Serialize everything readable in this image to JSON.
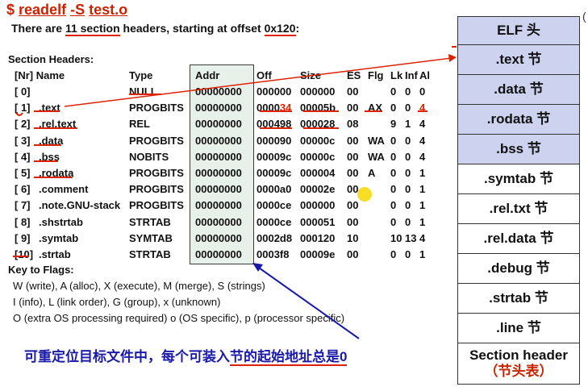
{
  "command": {
    "prompt": "$",
    "cmd": "readelf",
    "flag": "-S",
    "file": "test.o"
  },
  "summary": {
    "pre": "There are ",
    "count": "11 section",
    "mid": " headers, starting at offset ",
    "offset": "0x120",
    "post": ":"
  },
  "section_title": "Section Headers:",
  "columns": {
    "nr": "[Nr] Name",
    "type": "Type",
    "addr": "Addr",
    "off": "Off",
    "size": "Size",
    "es": "ES",
    "flg": "Flg",
    "lk": "Lk",
    "inf": "Inf",
    "al": "Al"
  },
  "rows": [
    {
      "nr": "[ 0]",
      "name": "",
      "type": "NULL",
      "addr": "00000000",
      "off": "000000",
      "size": "000000",
      "es": "00",
      "flg": "",
      "lk": "0",
      "inf": "0",
      "al": "0"
    },
    {
      "nr": "[ 1]",
      "name": ".text",
      "type": "PROGBITS",
      "addr": "00000000",
      "off": "000034",
      "size": "00005b",
      "es": "00",
      "flg": "AX",
      "lk": "0",
      "inf": "0",
      "al": "4"
    },
    {
      "nr": "[ 2]",
      "name": ".rel.text",
      "type": "REL",
      "addr": "00000000",
      "off": "000498",
      "size": "000028",
      "es": "08",
      "flg": "",
      "lk": "9",
      "inf": "1",
      "al": "4"
    },
    {
      "nr": "[ 3]",
      "name": ".data",
      "type": "PROGBITS",
      "addr": "00000000",
      "off": "000090",
      "size": "00000c",
      "es": "00",
      "flg": "WA",
      "lk": "0",
      "inf": "0",
      "al": "4"
    },
    {
      "nr": "[ 4]",
      "name": ".bss",
      "type": "NOBITS",
      "addr": "00000000",
      "off": "00009c",
      "size": "00000c",
      "es": "00",
      "flg": "WA",
      "lk": "0",
      "inf": "0",
      "al": "4"
    },
    {
      "nr": "[ 5]",
      "name": ".rodata",
      "type": "PROGBITS",
      "addr": "00000000",
      "off": "00009c",
      "size": "000004",
      "es": "00",
      "flg": "A",
      "lk": "0",
      "inf": "0",
      "al": "1"
    },
    {
      "nr": "[ 6]",
      "name": ".comment",
      "type": "PROGBITS",
      "addr": "00000000",
      "off": "0000a0",
      "size": "00002e",
      "es": "00",
      "flg": "",
      "lk": "0",
      "inf": "0",
      "al": "1"
    },
    {
      "nr": "[ 7]",
      "name": ".note.GNU-stack",
      "type": "PROGBITS",
      "addr": "00000000",
      "off": "0000ce",
      "size": "000000",
      "es": "00",
      "flg": "",
      "lk": "0",
      "inf": "0",
      "al": "1"
    },
    {
      "nr": "[ 8]",
      "name": ".shstrtab",
      "type": "STRTAB",
      "addr": "00000000",
      "off": "0000ce",
      "size": "000051",
      "es": "00",
      "flg": "",
      "lk": "0",
      "inf": "0",
      "al": "1"
    },
    {
      "nr": "[ 9]",
      "name": ".symtab",
      "type": "SYMTAB",
      "addr": "00000000",
      "off": "0002d8",
      "size": "000120",
      "es": "10",
      "flg": "",
      "lk": "10",
      "inf": "13",
      "al": "4"
    },
    {
      "nr": "[10]",
      "name": ".strtab",
      "type": "STRTAB",
      "addr": "00000000",
      "off": "0003f8",
      "size": "00009e",
      "es": "00",
      "flg": "",
      "lk": "0",
      "inf": "0",
      "al": "1"
    }
  ],
  "flags": {
    "title": "Key to Flags:",
    "lines": [
      "W (write), A (alloc), X (execute), M (merge), S (strings)",
      "I (info), L (link order), G (group), x (unknown)",
      "O (extra OS processing required) o (OS specific), p (processor specific)"
    ]
  },
  "caption": {
    "pre": "可重定位目标文件中，每个可装入",
    "highlight": "节的起始地址总是0"
  },
  "panel": [
    {
      "label": "ELF 头",
      "style": "blue"
    },
    {
      "label": ".text 节",
      "style": "blue"
    },
    {
      "label": ".data 节",
      "style": "blue"
    },
    {
      "label": ".rodata 节",
      "style": "blue"
    },
    {
      "label": ".bss 节",
      "style": "blue"
    },
    {
      "label": ".symtab 节",
      "style": "white"
    },
    {
      "label": ".rel.txt 节",
      "style": "white"
    },
    {
      "label": ".rel.data 节",
      "style": "white"
    },
    {
      "label": ".debug 节",
      "style": "white"
    },
    {
      "label": ".strtab 节",
      "style": "white"
    },
    {
      "label": ".line 节",
      "style": "white"
    },
    {
      "label": "Section header",
      "sub": "（节头表）",
      "style": "white"
    }
  ],
  "colors": {
    "red": "#dd2200",
    "blue_text": "#1a1aaa",
    "panel_blue": "#cdd2ee",
    "addr_bg": "#e8f0ea",
    "pointer_yellow": "#f5d800"
  }
}
